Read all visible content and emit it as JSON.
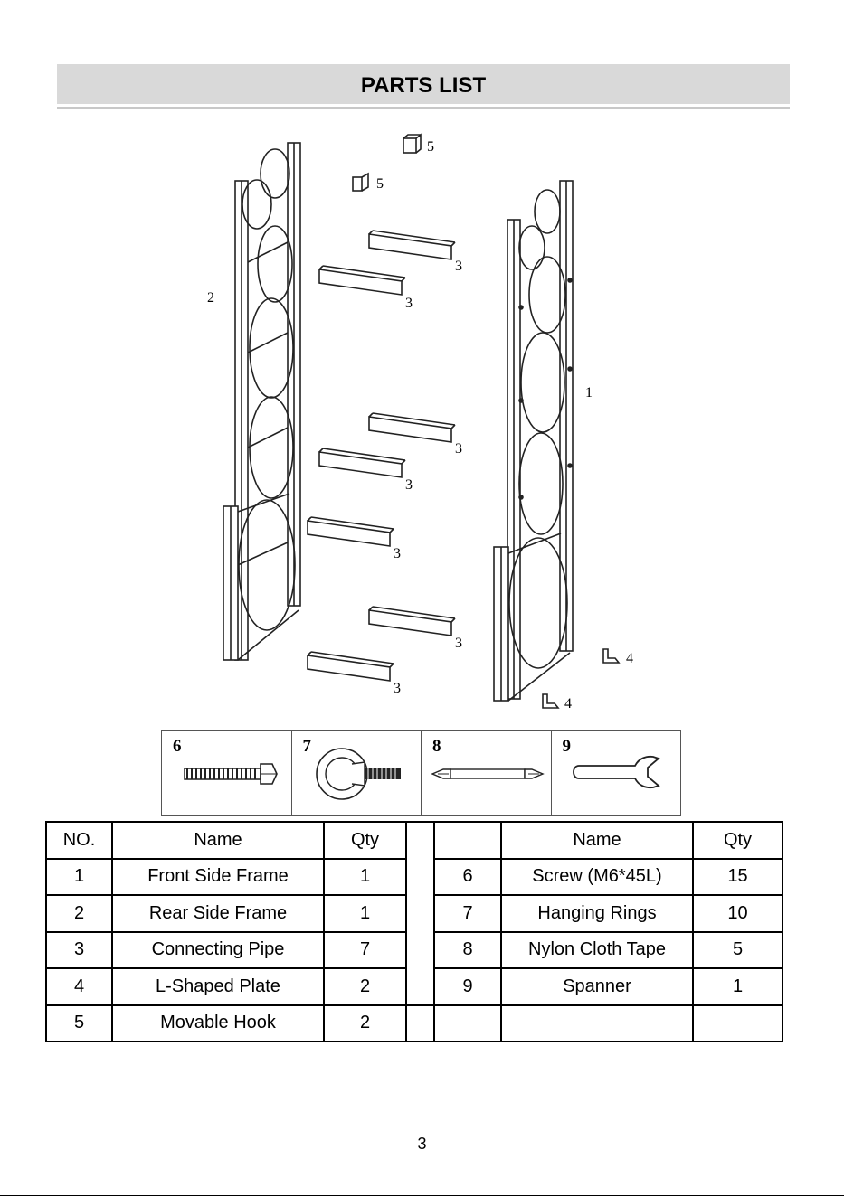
{
  "header": {
    "title": "PARTS LIST"
  },
  "diagram": {
    "callouts": {
      "frame_front": "1",
      "frame_rear": "2",
      "pipe": "3",
      "plate": "4",
      "hook": "5"
    }
  },
  "tools": [
    {
      "number": "6",
      "icon": "screw-icon"
    },
    {
      "number": "7",
      "icon": "hanging-ring-icon"
    },
    {
      "number": "8",
      "icon": "nylon-tape-icon"
    },
    {
      "number": "9",
      "icon": "spanner-icon"
    }
  ],
  "table": {
    "headers": [
      "NO.",
      "Name",
      "Qty",
      "",
      "Name",
      "Qty"
    ],
    "rows": [
      {
        "left": {
          "no": "1",
          "name": "Front Side Frame",
          "qty": "1"
        },
        "right": {
          "no": "6",
          "name": "Screw (M6*45L)",
          "qty": "15"
        }
      },
      {
        "left": {
          "no": "2",
          "name": "Rear Side Frame",
          "qty": "1"
        },
        "right": {
          "no": "7",
          "name": "Hanging Rings",
          "qty": "10"
        }
      },
      {
        "left": {
          "no": "3",
          "name": "Connecting Pipe",
          "qty": "7"
        },
        "right": {
          "no": "8",
          "name": "Nylon Cloth Tape",
          "qty": "5"
        }
      },
      {
        "left": {
          "no": "4",
          "name": "L-Shaped Plate",
          "qty": "2"
        },
        "right": {
          "no": "9",
          "name": "Spanner",
          "qty": "1"
        }
      },
      {
        "left": {
          "no": "5",
          "name": "Movable Hook",
          "qty": "2"
        },
        "right": {
          "no": "",
          "name": "",
          "qty": ""
        }
      }
    ]
  },
  "page": {
    "number": "3"
  }
}
